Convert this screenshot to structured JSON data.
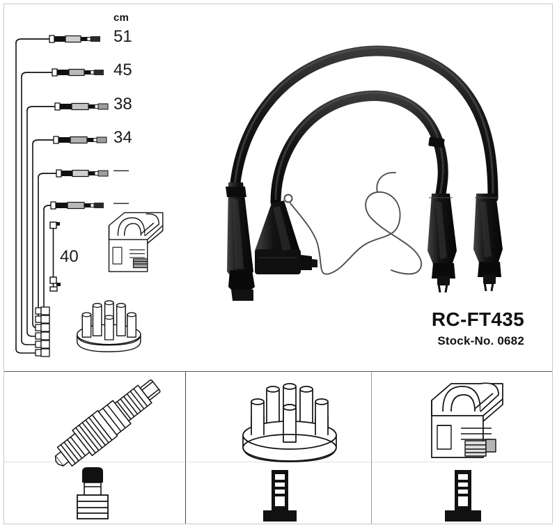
{
  "product": {
    "name": "RC-FT435",
    "stock_no": "Stock-No. 0682"
  },
  "schematic": {
    "unit_label": "cm",
    "lead_lengths": [
      {
        "value": "51",
        "row": 1
      },
      {
        "value": "45",
        "row": 2
      },
      {
        "value": "38",
        "row": 3
      },
      {
        "value": "34",
        "row": 4
      },
      {
        "value": "—",
        "row": 5
      },
      {
        "value": "—",
        "row": 6
      }
    ],
    "coil_lead_length": "40",
    "components": [
      {
        "name": "ignition-coil-module"
      },
      {
        "name": "distributor-cap"
      }
    ]
  },
  "photo": {
    "alt": "Two black ignition cables with boots and one thin trigger wire",
    "cable_color": "#171717",
    "thin_wire_color": "#4a4a4a"
  },
  "bottom_panels": [
    {
      "name": "spark-plug-connection",
      "top_item": "spark-plug",
      "bottom_item": "spark-plug-boot"
    },
    {
      "name": "distributor-connection",
      "top_item": "distributor-cap",
      "bottom_item": "distributor-terminal"
    },
    {
      "name": "coil-connection",
      "top_item": "ignition-coil",
      "bottom_item": "coil-terminal"
    }
  ],
  "colors": {
    "frame": "#555555",
    "frame_light": "#c9c9c9",
    "ink": "#111111",
    "background": "#ffffff"
  }
}
